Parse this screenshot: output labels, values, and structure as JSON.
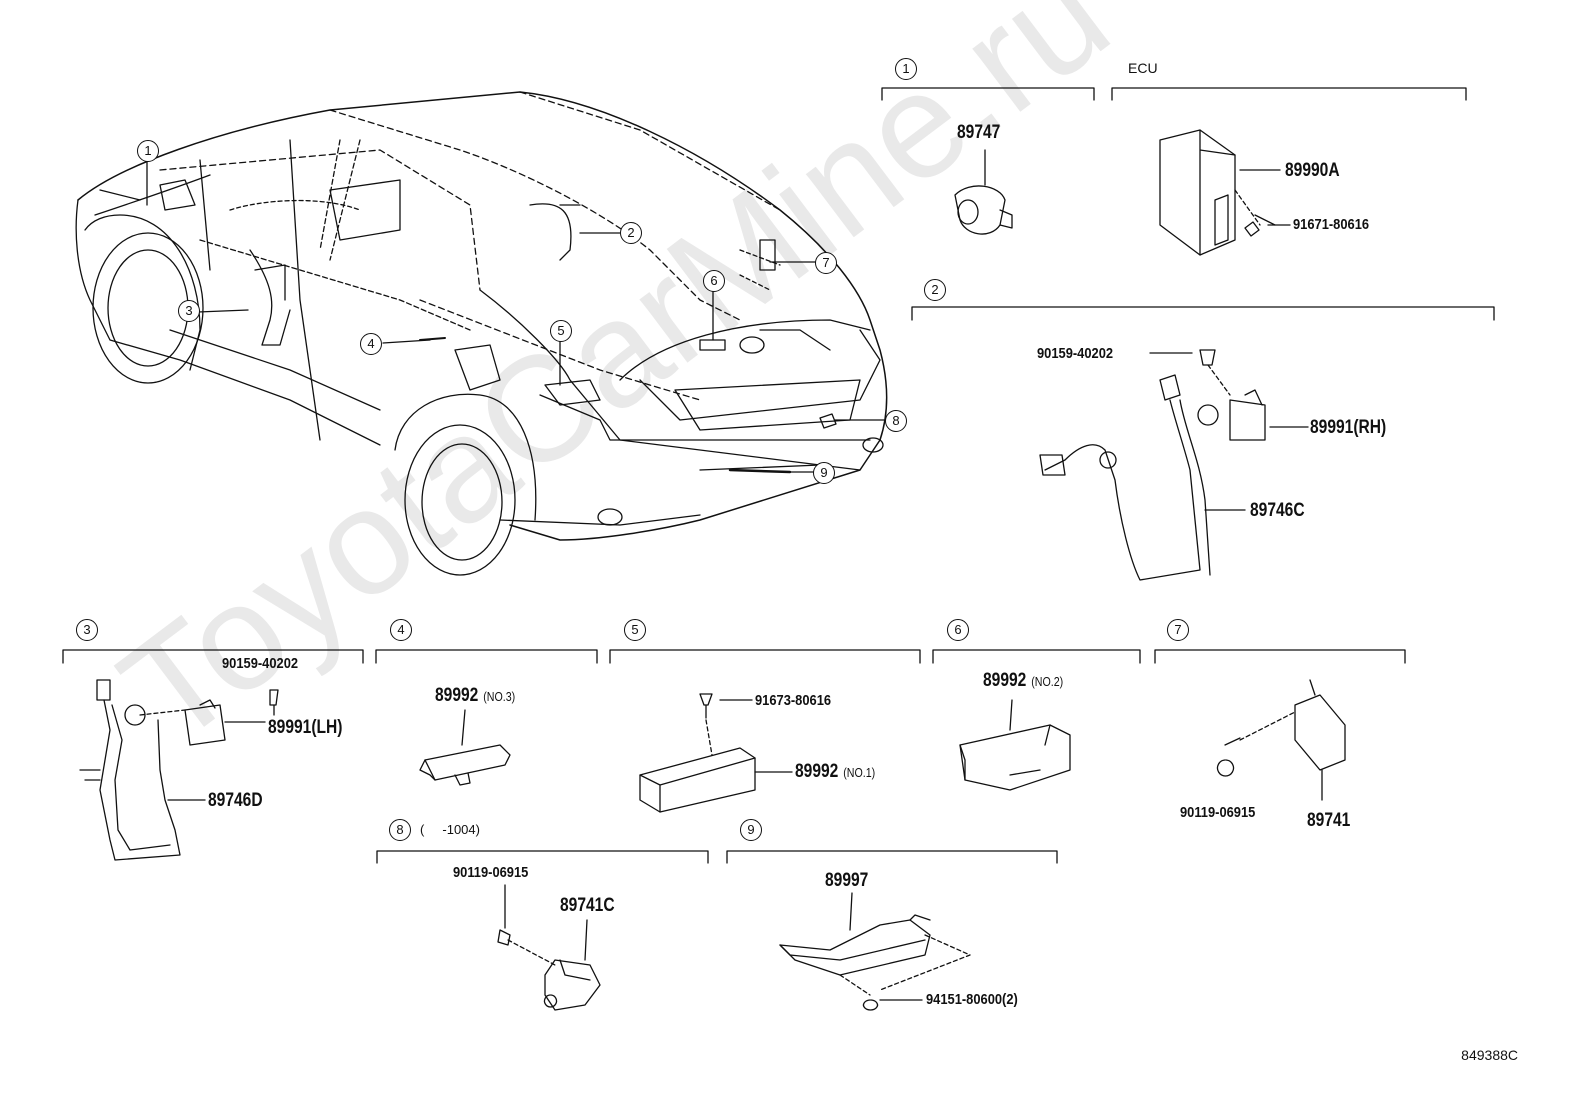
{
  "watermark": "ToyotaCarMine.ru",
  "diagram_code": "849388C",
  "car_callouts": [
    "1",
    "2",
    "3",
    "4",
    "5",
    "6",
    "7",
    "8",
    "9"
  ],
  "sections": {
    "s1": {
      "num": "1",
      "parts": {
        "p1": "89747"
      }
    },
    "ecu": {
      "label": "ECU",
      "parts": {
        "p1": "89990A",
        "p2": "91671-80616"
      }
    },
    "s2": {
      "num": "2",
      "parts": {
        "p1": "90159-40202",
        "p2": "89991(RH)",
        "p3": "89746C"
      }
    },
    "s3": {
      "num": "3",
      "parts": {
        "p1": "90159-40202",
        "p2": "89991(LH)",
        "p3": "89746D"
      }
    },
    "s4": {
      "num": "4",
      "parts": {
        "p1": "89992"
      },
      "note": "(NO.3)"
    },
    "s5": {
      "num": "5",
      "parts": {
        "p1": "91673-80616",
        "p2": "89992"
      },
      "note": "(NO.1)"
    },
    "s6": {
      "num": "6",
      "parts": {
        "p1": "89992"
      },
      "note": "(NO.2)"
    },
    "s7": {
      "num": "7",
      "parts": {
        "p1": "90119-06915",
        "p2": "89741"
      }
    },
    "s8": {
      "num": "8",
      "range": "(     -1004)",
      "parts": {
        "p1": "90119-06915",
        "p2": "89741C"
      }
    },
    "s9": {
      "num": "9",
      "parts": {
        "p1": "89997",
        "p2": "94151-80600(2)"
      }
    }
  }
}
